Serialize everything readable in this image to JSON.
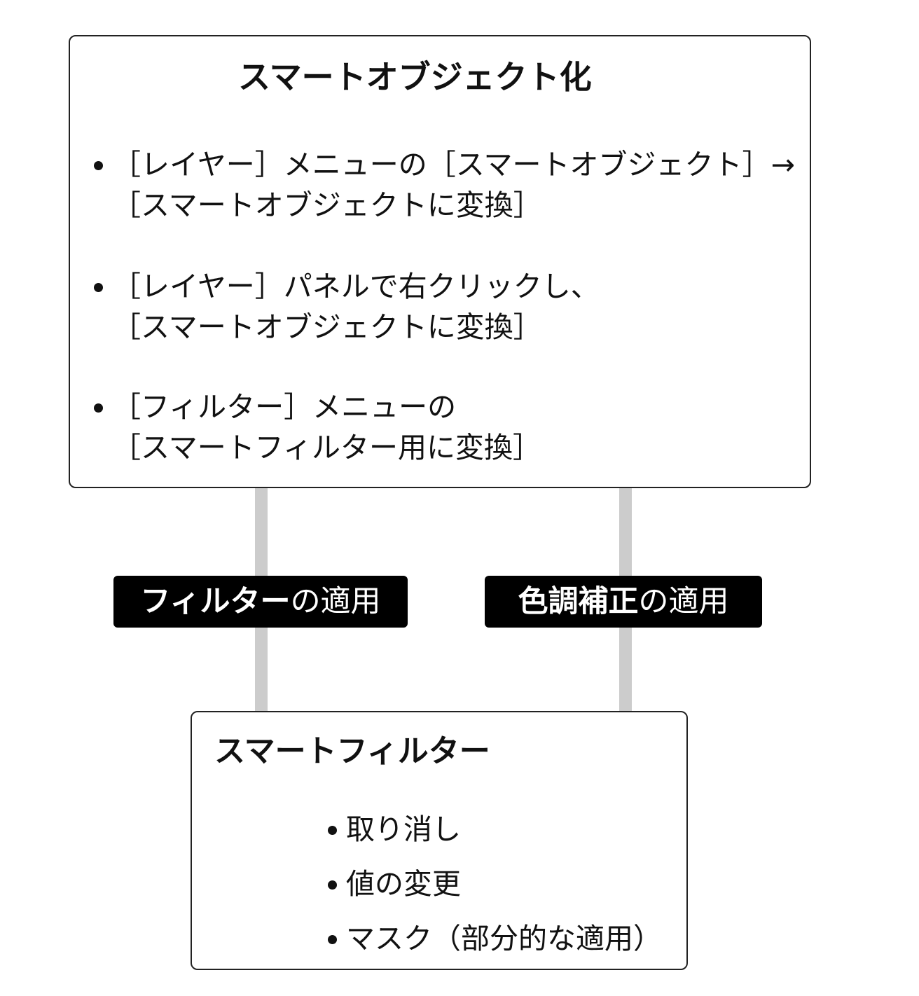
{
  "top_box": {
    "title": "スマートオブジェクト化",
    "items": [
      {
        "line1": "［レイヤー］メニューの［スマートオブジェクト］→",
        "line2": "［スマートオブジェクトに変換］"
      },
      {
        "line1": "［レイヤー］パネルで右クリックし、",
        "line2": "［スマートオブジェクトに変換］"
      },
      {
        "line1": "［フィルター］メニューの",
        "line2": "［スマートフィルター用に変換］"
      }
    ]
  },
  "labels": {
    "filter": {
      "strong": "フィルター",
      "weak": "の適用"
    },
    "tone": {
      "strong": "色調補正",
      "weak": "の適用"
    }
  },
  "bottom_box": {
    "title": "スマートフィルター",
    "items": [
      "取り消し",
      "値の変更",
      "マスク（部分的な適用）"
    ]
  },
  "colors": {
    "connector": "#cccccc",
    "label_bg": "#000000",
    "border": "#222222"
  }
}
